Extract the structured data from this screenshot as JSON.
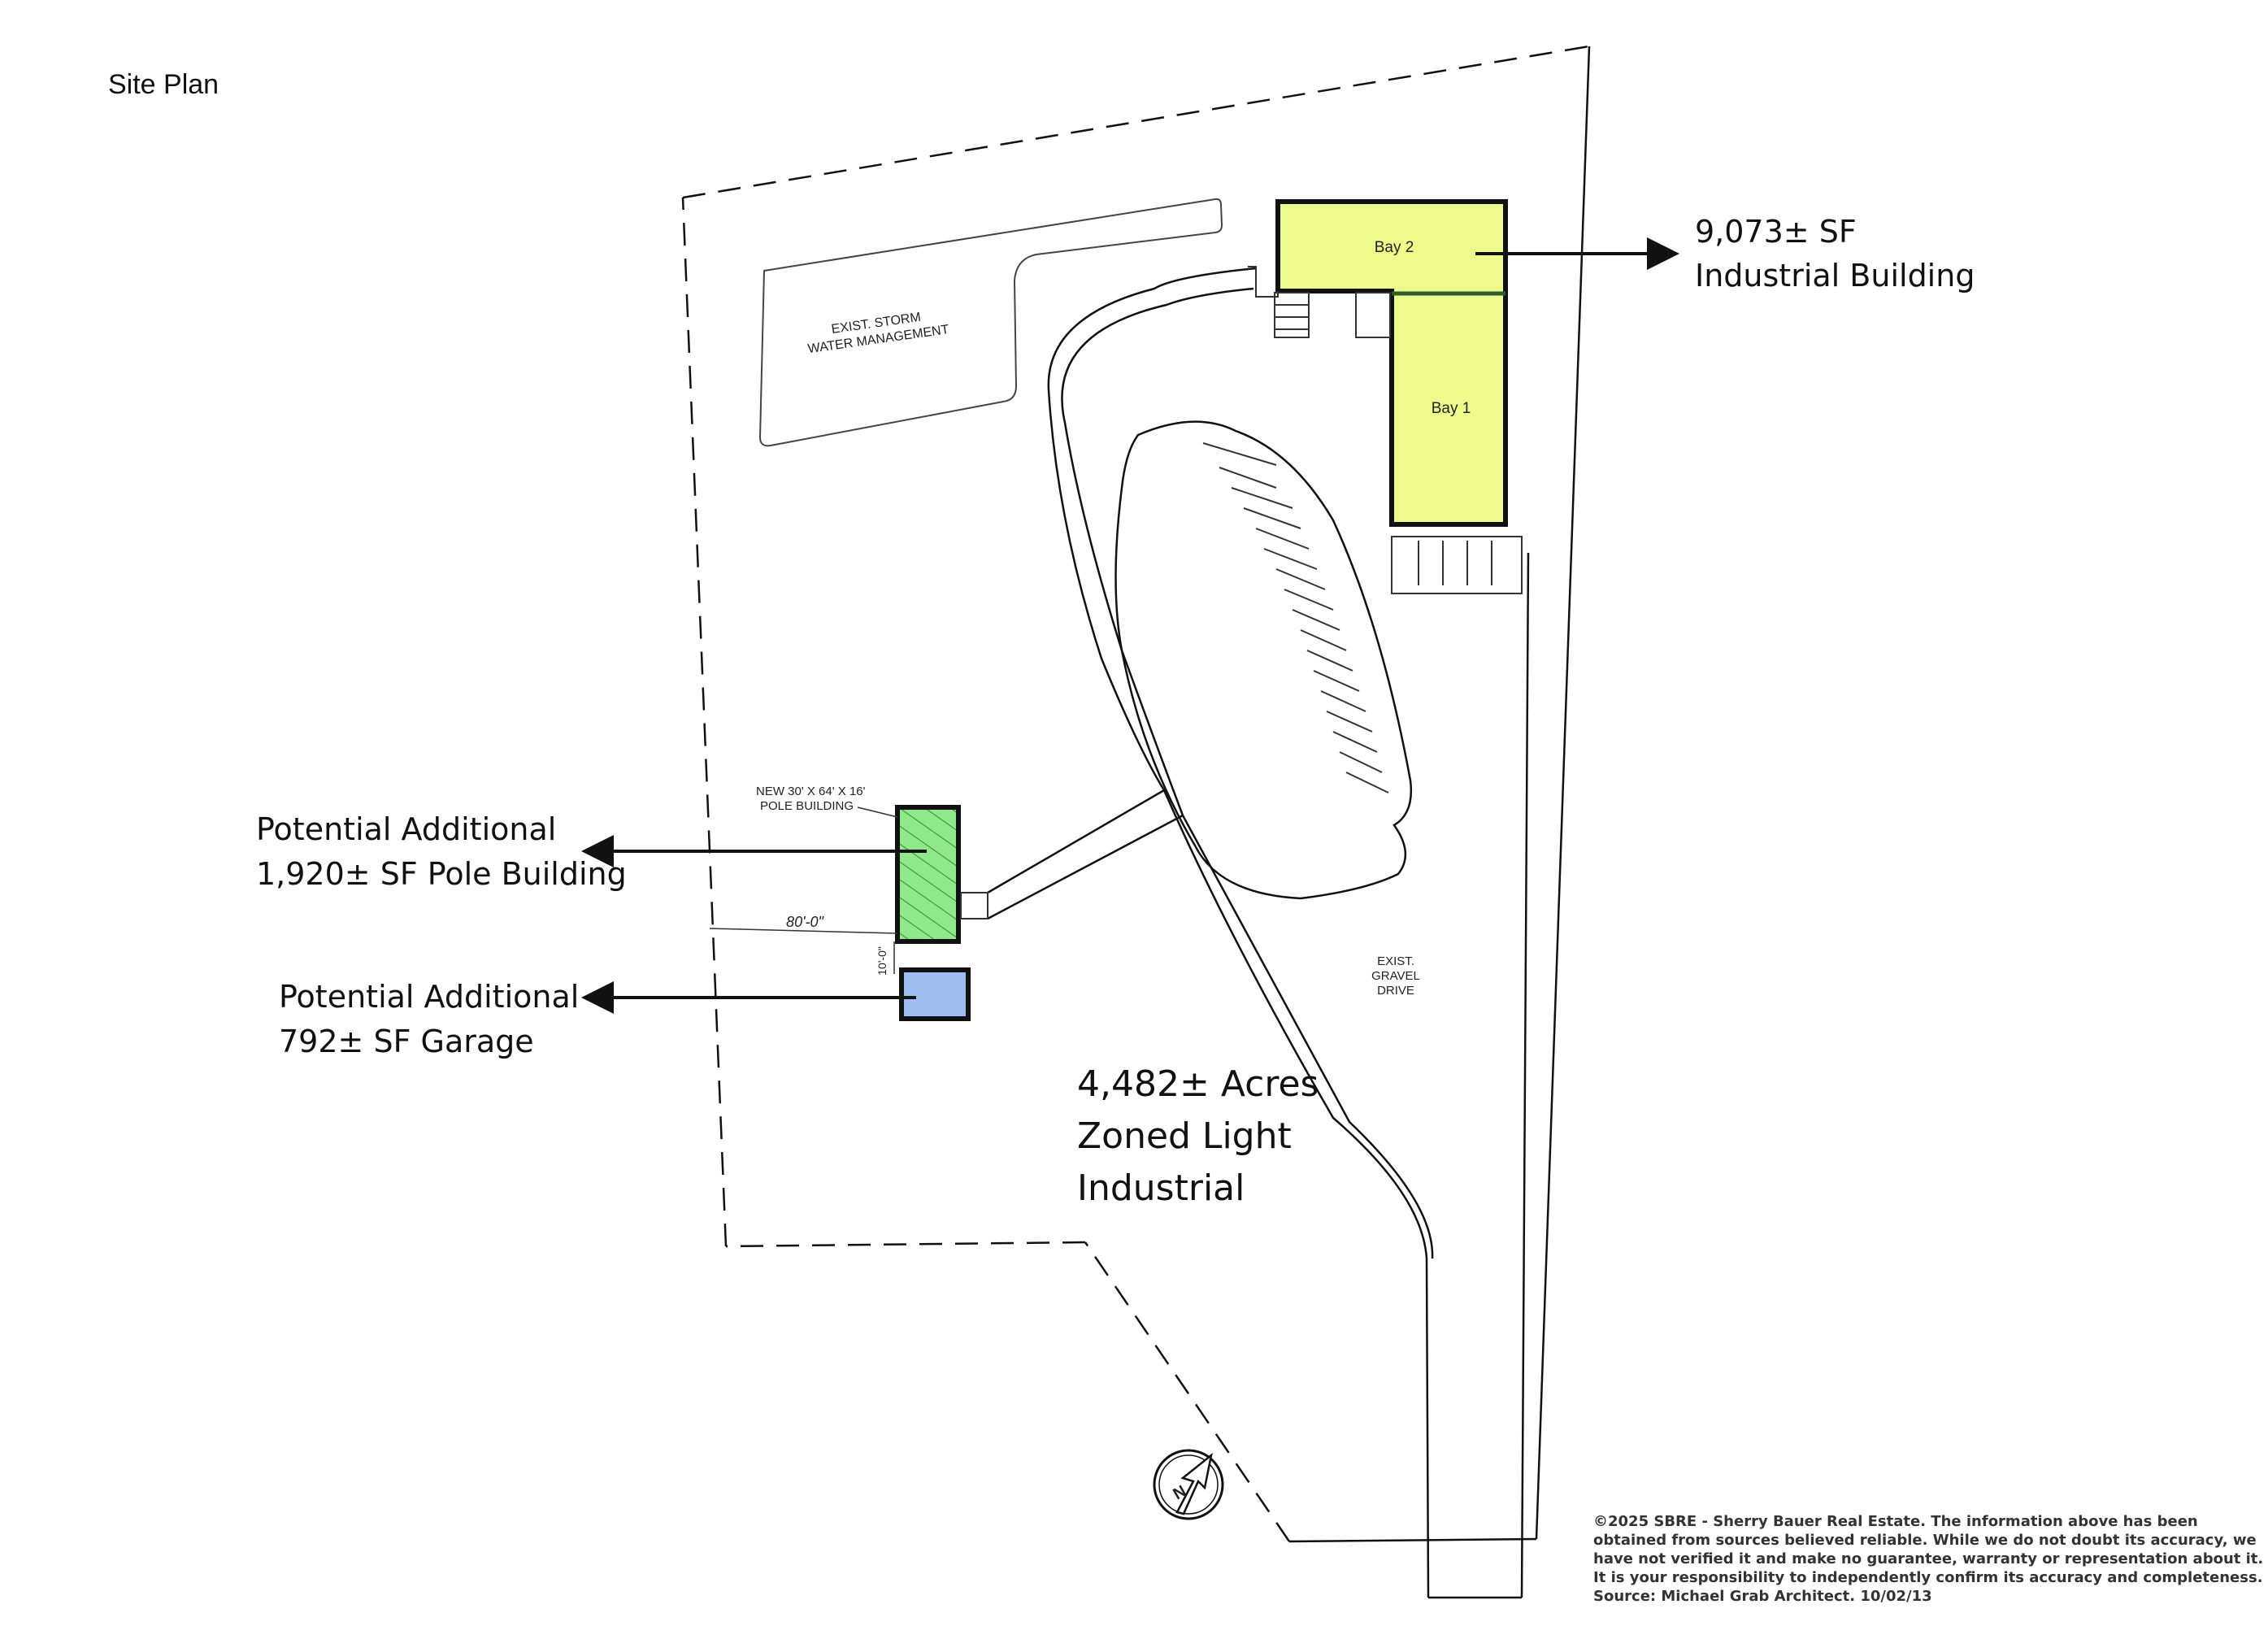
{
  "title": "Site Plan",
  "colors": {
    "industrial": "#EEFA8C",
    "pole": "#8FE88A",
    "garage": "#9FBEF0",
    "line": "#111111"
  },
  "labels": {
    "industrial": [
      "9,073± SF",
      "Industrial Building"
    ],
    "pole": [
      "Potential Additional",
      "1,920± SF Pole Building"
    ],
    "garage": [
      "Potential Additional",
      "792± SF Garage"
    ],
    "acres": [
      "4,482± Acres",
      "Zoned Light",
      "Industrial"
    ]
  },
  "plan_notes": {
    "bay1": "Bay 1",
    "bay2": "Bay 2",
    "storm": [
      "EXIST. STORM",
      "WATER MANAGEMENT"
    ],
    "pole_note": [
      "NEW 30' X 64' X 16'",
      "POLE BUILDING"
    ],
    "dim_width": "80'-0\"",
    "dim_gap": "10'-0\"",
    "gravel": [
      "EXIST.",
      "GRAVEL",
      "DRIVE"
    ],
    "north": "N",
    "north_icon": "north-arrow-icon"
  },
  "disclaimer": [
    "©2025 SBRE - Sherry Bauer Real Estate. The information above has  been",
    "obtained from sources believed reliable. While we do not doubt its accuracy, we",
    "have not verified it and make no guarantee, warranty or representation about it.",
    "It is your responsibility to independently confirm its accuracy and completeness.",
    "Source:  Michael Grab Architect. 10/02/13"
  ]
}
